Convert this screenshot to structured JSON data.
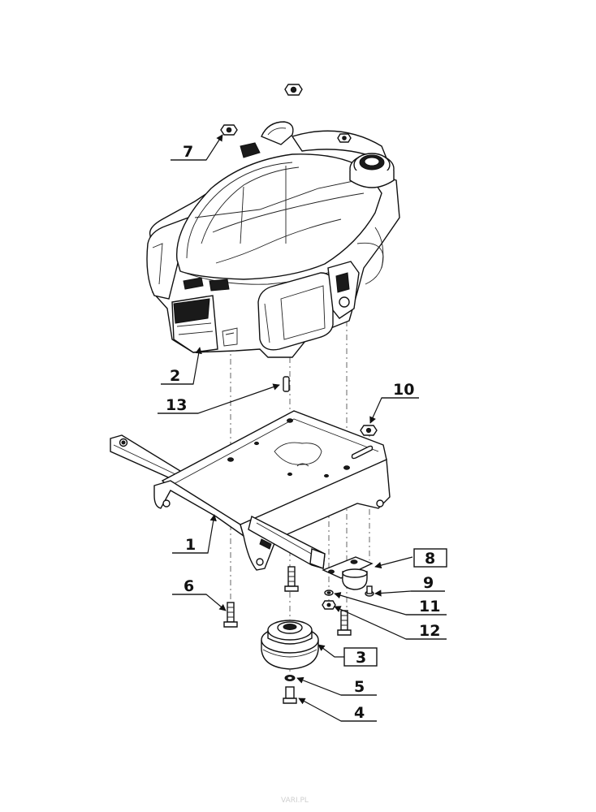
{
  "callouts": {
    "c1": "1",
    "c2": "2",
    "c3": "3",
    "c4": "4",
    "c5": "5",
    "c6": "6",
    "c7": "7",
    "c8": "8",
    "c9": "9",
    "c10": "10",
    "c11": "11",
    "c12": "12",
    "c13": "13"
  },
  "boxed_callouts": [
    "3",
    "8"
  ],
  "watermark": "VARI.PL"
}
